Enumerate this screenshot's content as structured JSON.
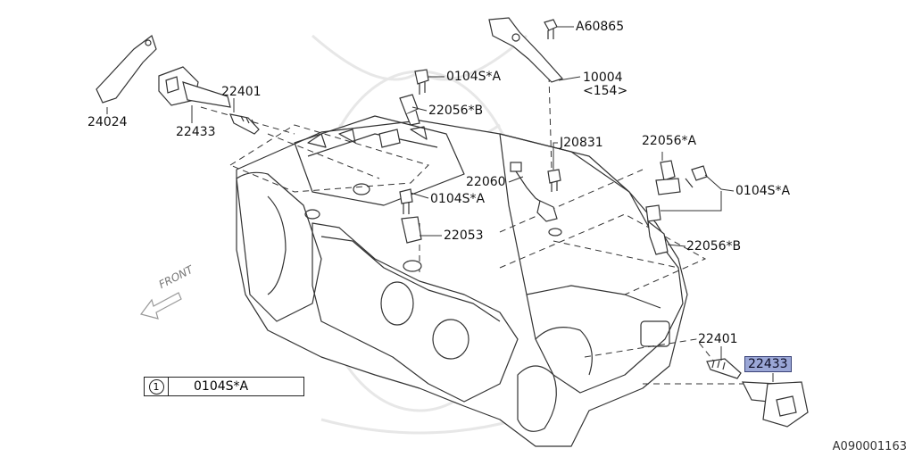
{
  "colors": {
    "line": "#333333",
    "highlight": "#9aa6d6",
    "highlight_border": "#3b4478",
    "watermark": "#e7e7e7"
  },
  "callouts": [
    {
      "id": "c1",
      "text": "A60865",
      "highlighted": false
    },
    {
      "id": "c2",
      "text": "10004",
      "highlighted": false
    },
    {
      "id": "c3",
      "text": "<154>",
      "highlighted": false
    },
    {
      "id": "c4",
      "text": "0104S*A",
      "highlighted": false
    },
    {
      "id": "c5",
      "text": "22056*B",
      "highlighted": false
    },
    {
      "id": "c6",
      "text": "22401",
      "highlighted": false
    },
    {
      "id": "c7",
      "text": "24024",
      "highlighted": false
    },
    {
      "id": "c8",
      "text": "22433",
      "highlighted": false
    },
    {
      "id": "c9",
      "text": "J20831",
      "highlighted": false
    },
    {
      "id": "c10",
      "text": "22056*A",
      "highlighted": false
    },
    {
      "id": "c11",
      "text": "22060",
      "highlighted": false
    },
    {
      "id": "c12",
      "text": "0104S*A",
      "highlighted": false
    },
    {
      "id": "c13",
      "text": "0104S*A",
      "highlighted": false
    },
    {
      "id": "c14",
      "text": "22053",
      "highlighted": false
    },
    {
      "id": "c15",
      "text": "22056*B",
      "highlighted": false
    },
    {
      "id": "c16",
      "text": "22401",
      "highlighted": false
    },
    {
      "id": "c17",
      "text": "22433",
      "highlighted": true
    }
  ],
  "front_label": "FRONT",
  "legend": {
    "number": "1",
    "code": "0104S*A"
  },
  "figure_code": "A090001163"
}
